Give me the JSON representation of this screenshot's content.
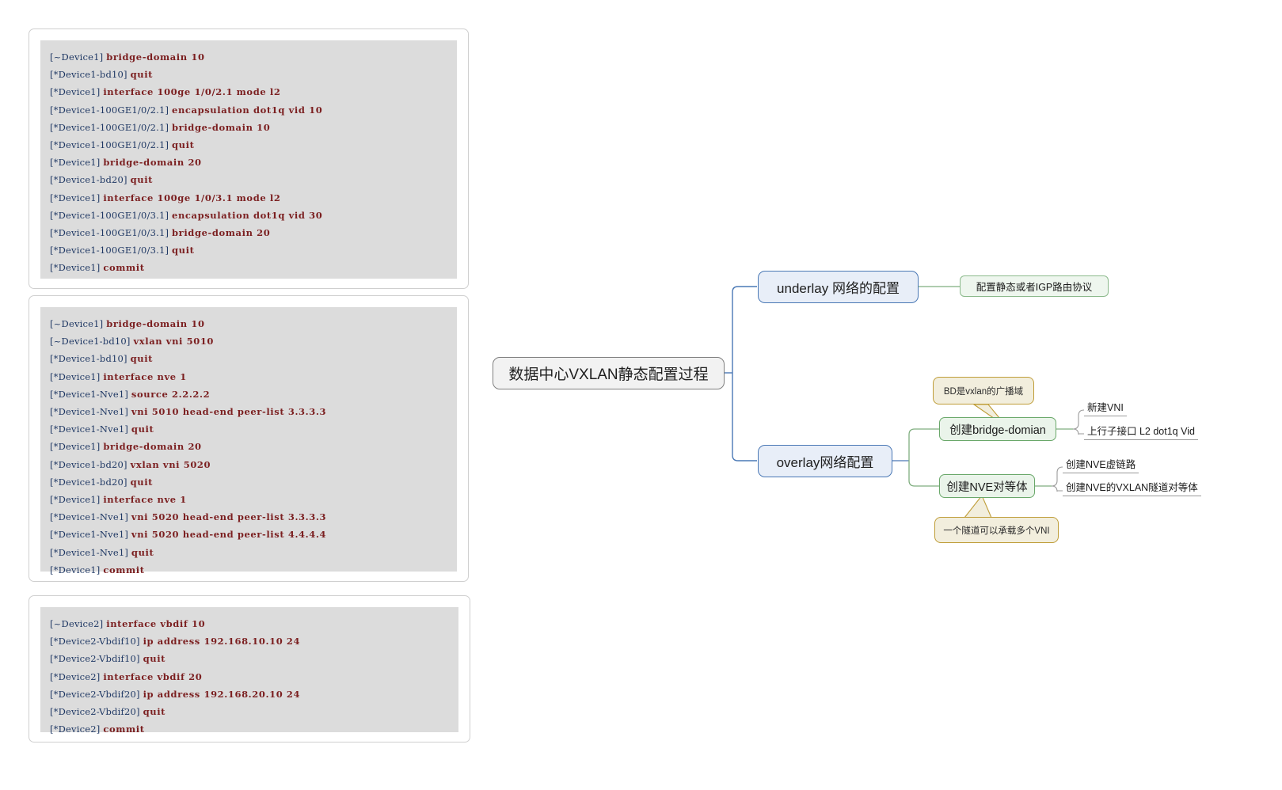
{
  "code_cards": [
    {
      "id": "device1-bridge-domain-interface-config",
      "lines": [
        {
          "prompt": "[~Device1]",
          "cmd": "bridge-domain 10"
        },
        {
          "prompt": "[*Device1-bd10]",
          "cmd": "quit"
        },
        {
          "prompt": "[*Device1]",
          "cmd": "interface 100ge 1/0/2.1 mode l2"
        },
        {
          "prompt": "[*Device1-100GE1/0/2.1]",
          "cmd": "encapsulation dot1q vid 10"
        },
        {
          "prompt": "[*Device1-100GE1/0/2.1]",
          "cmd": "bridge-domain 10"
        },
        {
          "prompt": "[*Device1-100GE1/0/2.1]",
          "cmd": "quit"
        },
        {
          "prompt": "[*Device1]",
          "cmd": "bridge-domain 20"
        },
        {
          "prompt": "[*Device1-bd20]",
          "cmd": "quit"
        },
        {
          "prompt": "[*Device1]",
          "cmd": "interface 100ge 1/0/3.1 mode l2"
        },
        {
          "prompt": "[*Device1-100GE1/0/3.1]",
          "cmd": "encapsulation dot1q vid 30"
        },
        {
          "prompt": "[*Device1-100GE1/0/3.1]",
          "cmd": "bridge-domain 20"
        },
        {
          "prompt": "[*Device1-100GE1/0/3.1]",
          "cmd": "quit"
        },
        {
          "prompt": "[*Device1]",
          "cmd": "commit"
        }
      ]
    },
    {
      "id": "device1-vxlan-nve-config",
      "lines": [
        {
          "prompt": "[~Device1]",
          "cmd": "bridge-domain 10"
        },
        {
          "prompt": "[~Device1-bd10]",
          "cmd": "vxlan vni 5010"
        },
        {
          "prompt": "[*Device1-bd10]",
          "cmd": "quit"
        },
        {
          "prompt": "[*Device1]",
          "cmd": "interface nve 1"
        },
        {
          "prompt": "[*Device1-Nve1]",
          "cmd": "source 2.2.2.2"
        },
        {
          "prompt": "[*Device1-Nve1]",
          "cmd": "vni 5010 head-end peer-list 3.3.3.3"
        },
        {
          "prompt": "[*Device1-Nve1]",
          "cmd": "quit"
        },
        {
          "prompt": "[*Device1]",
          "cmd": "bridge-domain 20"
        },
        {
          "prompt": "[*Device1-bd20]",
          "cmd": "vxlan vni 5020"
        },
        {
          "prompt": "[*Device1-bd20]",
          "cmd": "quit"
        },
        {
          "prompt": "[*Device1]",
          "cmd": "interface nve 1"
        },
        {
          "prompt": "[*Device1-Nve1]",
          "cmd": "vni 5020 head-end peer-list 3.3.3.3"
        },
        {
          "prompt": "[*Device1-Nve1]",
          "cmd": "vni 5020 head-end peer-list 4.4.4.4"
        },
        {
          "prompt": "[*Device1-Nve1]",
          "cmd": "quit"
        },
        {
          "prompt": "[*Device1]",
          "cmd": "commit"
        }
      ]
    },
    {
      "id": "device2-vbdif-config",
      "lines": [
        {
          "prompt": "[~Device2]",
          "cmd": "interface vbdif 10"
        },
        {
          "prompt": "[*Device2-Vbdif10]",
          "cmd": "ip address 192.168.10.10 24"
        },
        {
          "prompt": "[*Device2-Vbdif10]",
          "cmd": "quit"
        },
        {
          "prompt": "[*Device2]",
          "cmd": "interface vbdif 20"
        },
        {
          "prompt": "[*Device2-Vbdif20]",
          "cmd": "ip address 192.168.20.10 24"
        },
        {
          "prompt": "[*Device2-Vbdif20]",
          "cmd": "quit"
        },
        {
          "prompt": "[*Device2]",
          "cmd": "commit"
        }
      ]
    }
  ],
  "mindmap": {
    "root": "数据中心VXLAN静态配置过程",
    "branches": {
      "underlay": "underlay 网络的配置",
      "overlay": "overlay网络配置"
    },
    "underlay_child": "配置静态或者IGP路由协议",
    "overlay_children": {
      "bridge_domain": "创建bridge-domian",
      "nve_peer": "创建NVE对等体"
    },
    "leaves": {
      "new_vni": "新建VNI",
      "uplink_subif": "上行子接口 L2  dot1q Vid",
      "nve_virtual_link": "创建NVE虚链路",
      "nve_vxlan_tunnel_peer": "创建NVE的VXLAN隧道对等体"
    },
    "callouts": {
      "bd_note": "BD是vxlan的广播域",
      "tunnel_note": "一个隧道可以承载多个VNI"
    },
    "colors": {
      "root_border": "#808080",
      "branch_border": "#4a78b5",
      "sub_border": "#6aa86a",
      "callout_border": "#bf9d38"
    }
  }
}
